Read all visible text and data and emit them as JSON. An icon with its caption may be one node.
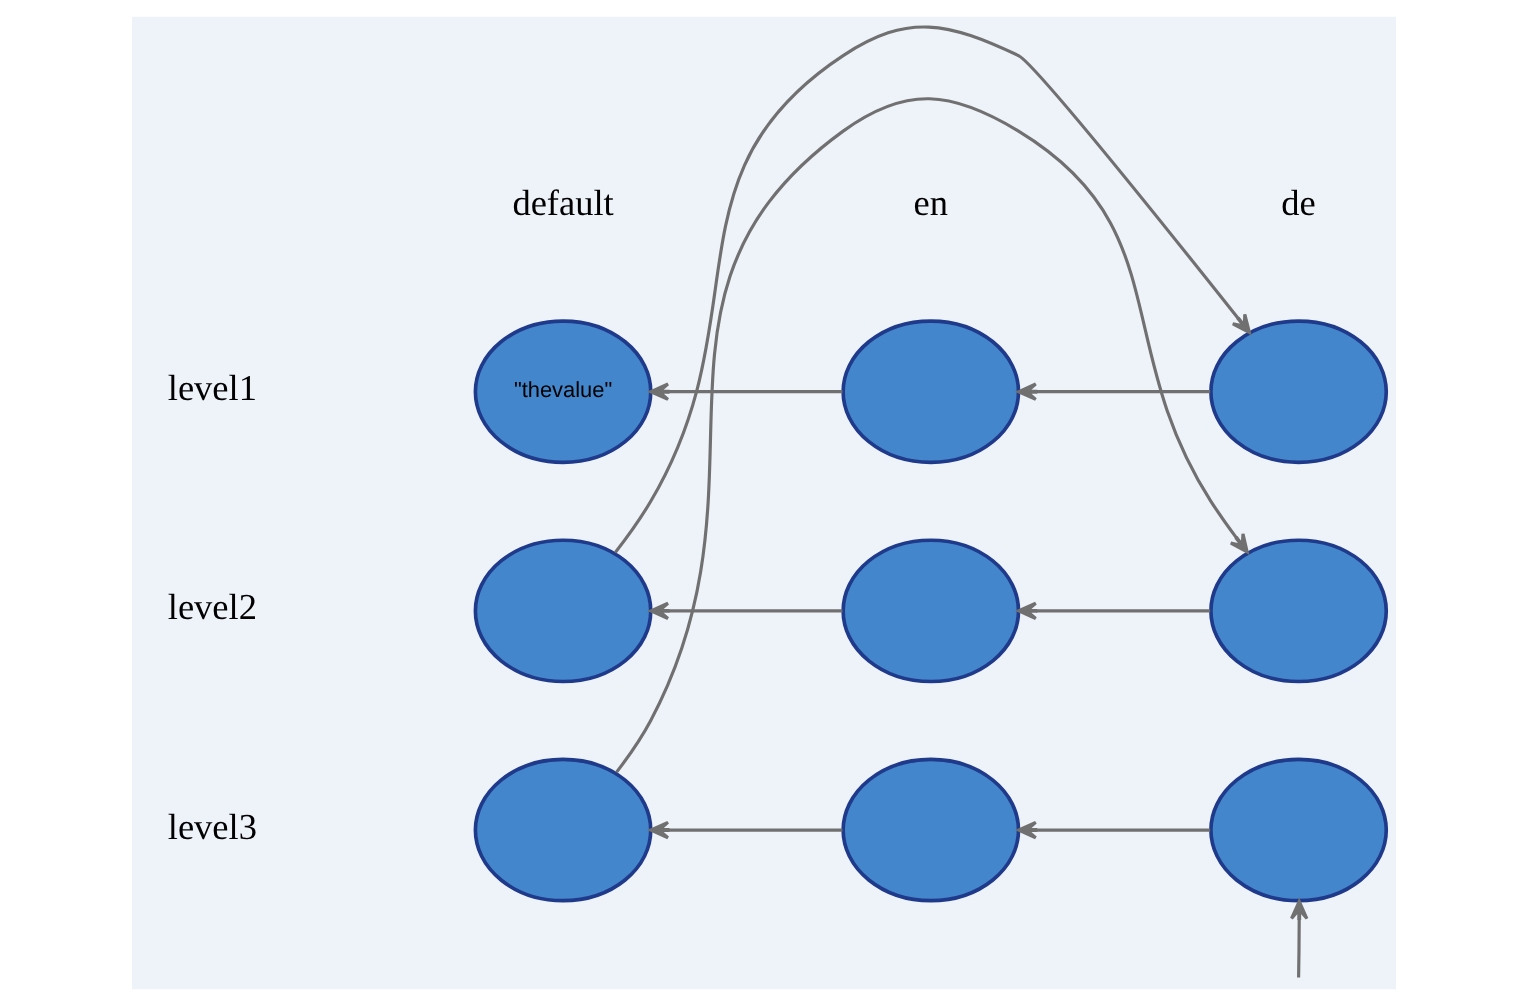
{
  "diagram": {
    "nodes": [
      {
        "text": [
          "\"thevalue\""
        ]
      },
      {
        "text": [],
        "shape": "circle"
      },
      {
        "text": [],
        "shape": "circle"
      },
      {
        "text": [],
        "shape": "circle"
      },
      {
        "text": [],
        "shape": "circle"
      },
      {
        "text": [],
        "shape": "circle"
      },
      {
        "text": [],
        "shape": "circle"
      },
      {
        "text": [],
        "shape": "circle"
      },
      {
        "text": [],
        "shape": "circle"
      }
    ],
    "edges": [
      {
        "from": null,
        "to": 8,
        "arrow": "to"
      },
      {
        "from": 8,
        "to": 7,
        "arrow": "to"
      },
      {
        "from": 7,
        "to": 6,
        "arrow": "to"
      },
      {
        "from": 6,
        "to": 5,
        "arrow": "to"
      },
      {
        "from": 5,
        "to": 4,
        "arrow": "to"
      },
      {
        "from": 4,
        "to": 3,
        "arrow": "to"
      },
      {
        "from": 3,
        "to": 2,
        "arrow": "to"
      },
      {
        "from": 2,
        "to": 1,
        "arrow": "to"
      },
      {
        "from": 1,
        "to": 0,
        "arrow": "to"
      }
    ],
    "labels": [
      "default",
      "en",
      "de",
      "level1",
      "level2",
      "level3"
    ]
  }
}
